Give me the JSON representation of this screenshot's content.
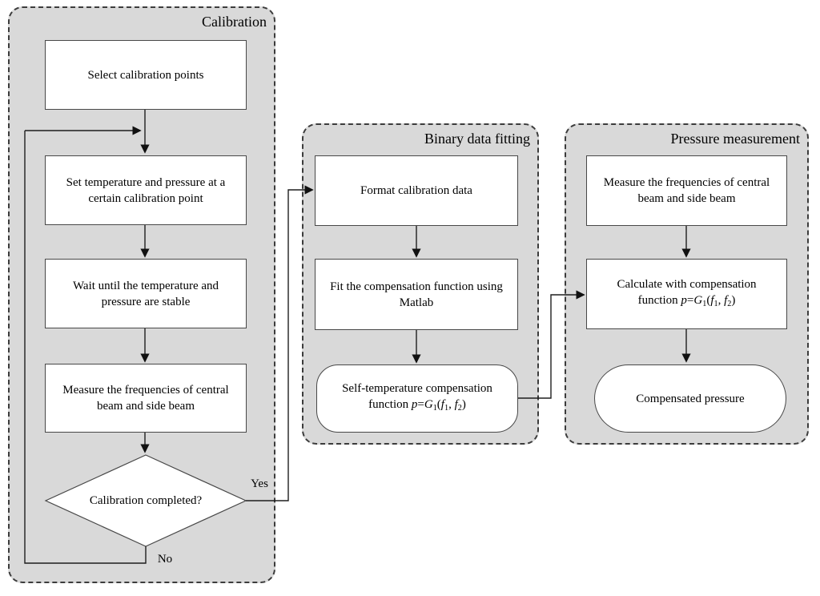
{
  "diagram": {
    "type": "flowchart",
    "colors": {
      "panel_fill": "#d9d9d9",
      "panel_border": "#3c3c3c",
      "node_fill": "#ffffff",
      "node_border": "#484848",
      "connector": "#1e1e1e",
      "text": "#000000"
    },
    "flow": {
      "calibration": {
        "title": "Calibration",
        "step1": [
          "Select calibration points"
        ],
        "step2": [
          "Set temperature and pressure at a",
          "certain calibration point"
        ],
        "step3": [
          "Wait until the temperature and",
          "pressure are stable"
        ],
        "step4": [
          "Measure the frequencies of central",
          "beam and side beam"
        ],
        "decision": "Calibration completed?",
        "yes_label": "Yes",
        "no_label": "No"
      },
      "binary": {
        "title": "Binary data fitting",
        "step1": [
          "Format calibration data"
        ],
        "step2": [
          "Fit the compensation function using",
          "Matlab"
        ],
        "result_line1": "Self-temperature compensation",
        "result_line2": [
          {
            "t": "function "
          },
          {
            "t": "p",
            "s": "i"
          },
          {
            "t": "="
          },
          {
            "t": "G",
            "s": "i"
          },
          {
            "t": "1",
            "s": "sub"
          },
          {
            "t": "("
          },
          {
            "t": "f",
            "s": "i"
          },
          {
            "t": "1",
            "s": "sub"
          },
          {
            "t": ", "
          },
          {
            "t": "f",
            "s": "i"
          },
          {
            "t": "2",
            "s": "sub"
          },
          {
            "t": ")"
          }
        ]
      },
      "pressure": {
        "title": "Pressure measurement",
        "step1": [
          "Measure the frequencies of central",
          "beam and side beam"
        ],
        "step2_line1": "Calculate with compensation",
        "step2_line2": [
          {
            "t": "function "
          },
          {
            "t": "p",
            "s": "i"
          },
          {
            "t": "="
          },
          {
            "t": "G",
            "s": "i"
          },
          {
            "t": "1",
            "s": "sub"
          },
          {
            "t": "("
          },
          {
            "t": "f",
            "s": "i"
          },
          {
            "t": "1",
            "s": "sub"
          },
          {
            "t": ", "
          },
          {
            "t": "f",
            "s": "i"
          },
          {
            "t": "2",
            "s": "sub"
          },
          {
            "t": ")"
          }
        ],
        "result": [
          "Compensated pressure"
        ]
      }
    }
  }
}
